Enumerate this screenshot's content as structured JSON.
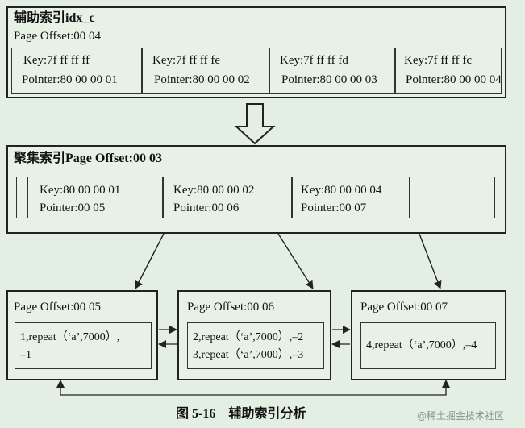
{
  "secondary_index": {
    "title": "辅助索引idx_c",
    "page_offset": "Page Offset:00 04",
    "entries": [
      {
        "key": "Key:7f ff ff ff",
        "pointer": "Pointer:80 00 00 01"
      },
      {
        "key": "Key:7f ff ff fe",
        "pointer": "Pointer:80 00 00 02"
      },
      {
        "key": "Key:7f ff ff fd",
        "pointer": "Pointer:80 00 00 03"
      },
      {
        "key": "Key:7f ff ff fc",
        "pointer": "Pointer:80 00 00 04"
      }
    ]
  },
  "clustered_index": {
    "title": "聚集索引Page Offset:00 03",
    "entries": [
      {
        "key": "Key:80 00 00 01",
        "pointer": "Pointer:00 05"
      },
      {
        "key": "Key:80 00 00 02",
        "pointer": "Pointer:00 06"
      },
      {
        "key": "Key:80 00 00 04",
        "pointer": "Pointer:00 07"
      }
    ]
  },
  "leaf_pages": [
    {
      "page_offset": "Page Offset:00 05",
      "records": [
        "1,repeat（‘a’,7000）,",
        "–1"
      ]
    },
    {
      "page_offset": "Page Offset:00 06",
      "records": [
        "2,repeat（‘a’,7000）,–2",
        "3,repeat（‘a’,7000）,–3"
      ]
    },
    {
      "page_offset": "Page Offset:00 07",
      "records": [
        "4,repeat（‘a’,7000）,–4"
      ]
    }
  ],
  "caption": "图 5-16　辅助索引分析",
  "watermark": "@稀土掘金技术社区"
}
